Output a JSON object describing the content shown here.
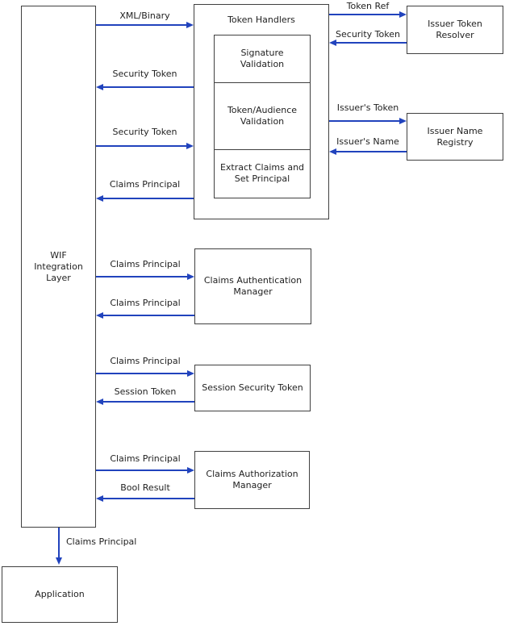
{
  "colors": {
    "arrow": "#2143bd",
    "border": "#404040",
    "text": "#1f1f1f",
    "background": "#ffffff"
  },
  "nodes": {
    "wif_integration_layer": {
      "label": "WIF Integration Layer"
    },
    "token_handlers": {
      "label": "Token Handlers"
    },
    "signature_validation": {
      "label": "Signature Validation"
    },
    "token_audience_validation": {
      "label": "Token/Audience Validation"
    },
    "extract_claims_set_principal": {
      "label": "Extract Claims and Set Principal"
    },
    "issuer_token_resolver": {
      "label": "Issuer Token Resolver"
    },
    "issuer_name_registry": {
      "label": "Issuer Name Registry"
    },
    "claims_authentication_manager": {
      "label": "Claims Authentication Manager"
    },
    "session_security_token": {
      "label": "Session Security Token"
    },
    "claims_authorization_manager": {
      "label": "Claims Authorization Manager"
    },
    "application": {
      "label": "Application"
    }
  },
  "edges": [
    {
      "label": "XML/Binary",
      "from": "WIF Integration Layer",
      "to": "Token Handlers",
      "direction": "right"
    },
    {
      "label": "Security Token",
      "from": "Token Handlers",
      "to": "WIF Integration Layer",
      "direction": "left"
    },
    {
      "label": "Security Token",
      "from": "WIF Integration Layer",
      "to": "Token Handlers",
      "direction": "right"
    },
    {
      "label": "Claims Principal",
      "from": "Token Handlers",
      "to": "WIF Integration Layer",
      "direction": "left"
    },
    {
      "label": "Token Ref",
      "from": "Token Handlers",
      "to": "Issuer Token Resolver",
      "direction": "right"
    },
    {
      "label": "Security Token",
      "from": "Issuer Token Resolver",
      "to": "Token Handlers",
      "direction": "left"
    },
    {
      "label": "Issuer's Token",
      "from": "Token Handlers",
      "to": "Issuer Name Registry",
      "direction": "right"
    },
    {
      "label": "Issuer's Name",
      "from": "Issuer Name Registry",
      "to": "Token Handlers",
      "direction": "left"
    },
    {
      "label": "Claims Principal",
      "from": "WIF Integration Layer",
      "to": "Claims Authentication Manager",
      "direction": "right"
    },
    {
      "label": "Claims Principal",
      "from": "Claims Authentication Manager",
      "to": "WIF Integration Layer",
      "direction": "left"
    },
    {
      "label": "Claims Principal",
      "from": "WIF Integration Layer",
      "to": "Session Security Token",
      "direction": "right"
    },
    {
      "label": "Session Token",
      "from": "Session Security Token",
      "to": "WIF Integration Layer",
      "direction": "left"
    },
    {
      "label": "Claims Principal",
      "from": "WIF Integration Layer",
      "to": "Claims Authorization Manager",
      "direction": "right"
    },
    {
      "label": "Bool Result",
      "from": "Claims Authorization Manager",
      "to": "WIF Integration Layer",
      "direction": "left"
    },
    {
      "label": "Claims Principal",
      "from": "WIF Integration Layer",
      "to": "Application",
      "direction": "down"
    }
  ]
}
